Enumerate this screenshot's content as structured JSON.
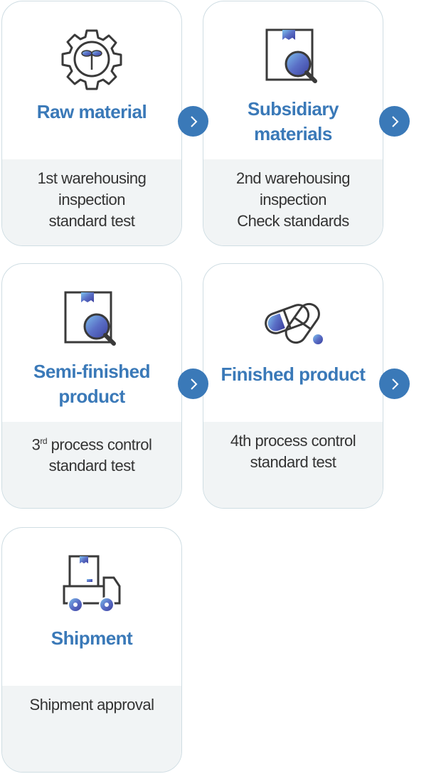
{
  "steps": [
    {
      "title": "Raw material",
      "lines": [
        "1st warehousing",
        "inspection",
        "standard test"
      ],
      "icon": "gear-sprout-icon"
    },
    {
      "title_lines": [
        "Subsidiary",
        "materials"
      ],
      "lines": [
        "2nd warehousing",
        "inspection",
        "Check standards"
      ],
      "icon": "box-magnifier-icon"
    },
    {
      "title_lines": [
        "Semi-finished",
        "product"
      ],
      "line1_prefix": "3",
      "line1_sup": "rd",
      "line1_rest": " process control",
      "line2": "standard test",
      "icon": "box-magnifier-icon"
    },
    {
      "title": "Finished product",
      "lines": [
        "4th process control",
        "standard test"
      ],
      "icon": "capsule-icon"
    },
    {
      "title": "Shipment",
      "lines": [
        "Shipment approval"
      ],
      "icon": "truck-icon"
    }
  ],
  "colors": {
    "accent": "#3a79b8",
    "panel": "#f1f4f5",
    "border": "#cfdde3"
  }
}
